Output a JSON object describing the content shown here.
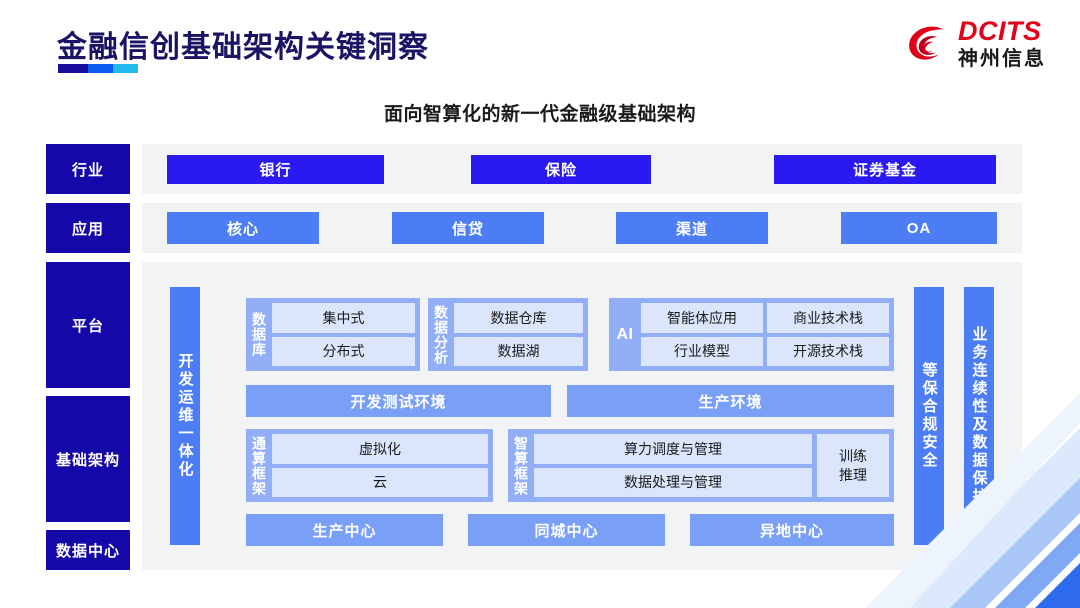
{
  "header": {
    "title": "金融信创基础架构关键洞察",
    "logo": {
      "en": "DCITS",
      "cn": "神州信息",
      "mark": "dcits-swirl-icon"
    },
    "accent_colors": [
      "#1a0f9c",
      "#0b5cf0",
      "#23b9ec"
    ]
  },
  "subtitle": "面向智算化的新一代金融级基础架构",
  "rows": {
    "industry": {
      "label": "行业",
      "items": [
        "银行",
        "保险",
        "证券基金"
      ]
    },
    "application": {
      "label": "应用",
      "items": [
        "核心",
        "信贷",
        "渠道",
        "OA"
      ]
    },
    "platform": {
      "label": "平台"
    },
    "infrastructure": {
      "label": "基础架构"
    },
    "datacenter": {
      "label": "数据中心"
    }
  },
  "left_bar": {
    "label": "开发运维一体化"
  },
  "right_bars": [
    {
      "label": "等保合规安全"
    },
    {
      "label": "业务连续性及数据保护"
    }
  ],
  "platform": {
    "database": {
      "tag": "数据库",
      "cells": [
        "集中式",
        "分布式"
      ]
    },
    "analytics": {
      "tag": "数据分析",
      "cells": [
        "数据仓库",
        "数据湖"
      ]
    },
    "ai": {
      "tag": "AI",
      "col1": [
        "智能体应用",
        "行业模型"
      ],
      "col2": [
        "商业技术栈",
        "开源技术栈"
      ]
    },
    "environments": [
      "开发测试环境",
      "生产环境"
    ]
  },
  "infrastructure": {
    "general_compute": {
      "tag": "通算框架",
      "cells": [
        "虚拟化",
        "云"
      ]
    },
    "intelligent_compute": {
      "tag": "智算框架",
      "cells": [
        "算力调度与管理",
        "数据处理与管理"
      ],
      "side": "训练\n推理",
      "side_line1": "训练",
      "side_line2": "推理"
    }
  },
  "datacenters": [
    "生产中心",
    "同城中心",
    "异地中心"
  ],
  "colors": {
    "label_blue": "#1508a8",
    "chip_deep": "#2a19f0",
    "chip_mid": "#4d7df4",
    "group_blue": "#91aef7",
    "cell_blue": "#dbe6fd",
    "band_blue": "#7a9ff6",
    "panel_gray": "#f2f3f5",
    "logo_red": "#e2001a",
    "title_navy": "#1b1464"
  }
}
